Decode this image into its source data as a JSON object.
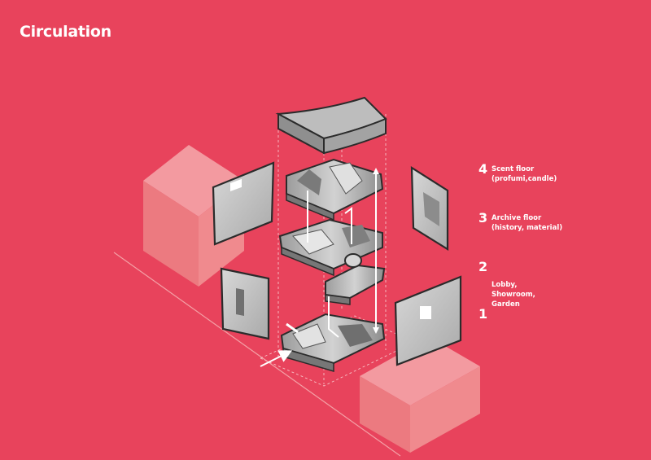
{
  "title": "Circulation",
  "colors": {
    "background": "#e8435c",
    "volume_fill": "#f08a8c",
    "panel_fill": "#c9c9c9",
    "panel_outline": "#2b2b2b",
    "circulation_path": "#ffffff"
  },
  "floors": [
    {
      "number": "4",
      "lines": [
        "Scent floor",
        "(profumi,candle)"
      ]
    },
    {
      "number": "3",
      "lines": [
        "Archive floor",
        "(history, material)"
      ]
    },
    {
      "number": "2",
      "lines": []
    },
    {
      "number": "1",
      "lines": [
        "Lobby,",
        "Showroom,",
        "Garden"
      ]
    }
  ]
}
